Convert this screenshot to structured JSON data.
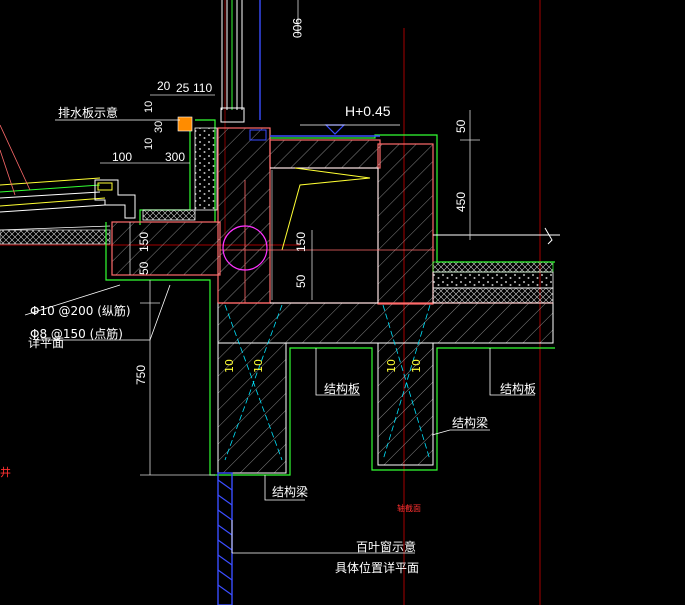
{
  "labels": {
    "drain_plate": "排水板示意",
    "elevation": "H+0.45",
    "rebar_long": "Φ10 @200 (纵筋)",
    "rebar_point": "Φ8 @150 (点筋)",
    "see_plan": "详平面",
    "struct_slab_1": "结构板",
    "struct_slab_2": "结构板",
    "struct_beam_1": "结构梁",
    "struct_beam_2": "结构梁",
    "red_note": "轴截面",
    "louver_1": "百叶窗示意",
    "louver_2": "具体位置详平面",
    "edge_left": "井"
  },
  "dims": {
    "d_900": "900",
    "d_20": "20",
    "d_25": "25",
    "d_110": "110",
    "d_10a": "10",
    "d_30": "30",
    "d_10b": "10",
    "d_100": "100",
    "d_300": "300",
    "d_150a": "150",
    "d_50a": "50",
    "d_150b": "150",
    "d_50b": "50",
    "d_750": "750",
    "d_50c": "50",
    "d_450": "450",
    "r1": "10",
    "r2": "10",
    "r3": "10",
    "r4": "10"
  },
  "colors": {
    "background": "#000000",
    "concrete_outline": "#ff6a6a",
    "green_outline": "#33ff33",
    "hatch": "#e8e8e8",
    "dimension": "#d8d8d8",
    "blue": "#3a4dff",
    "cyan": "#00e5ff",
    "yellow": "#ffff33",
    "magenta": "#ff33ff",
    "axis_red": "#b00000"
  }
}
